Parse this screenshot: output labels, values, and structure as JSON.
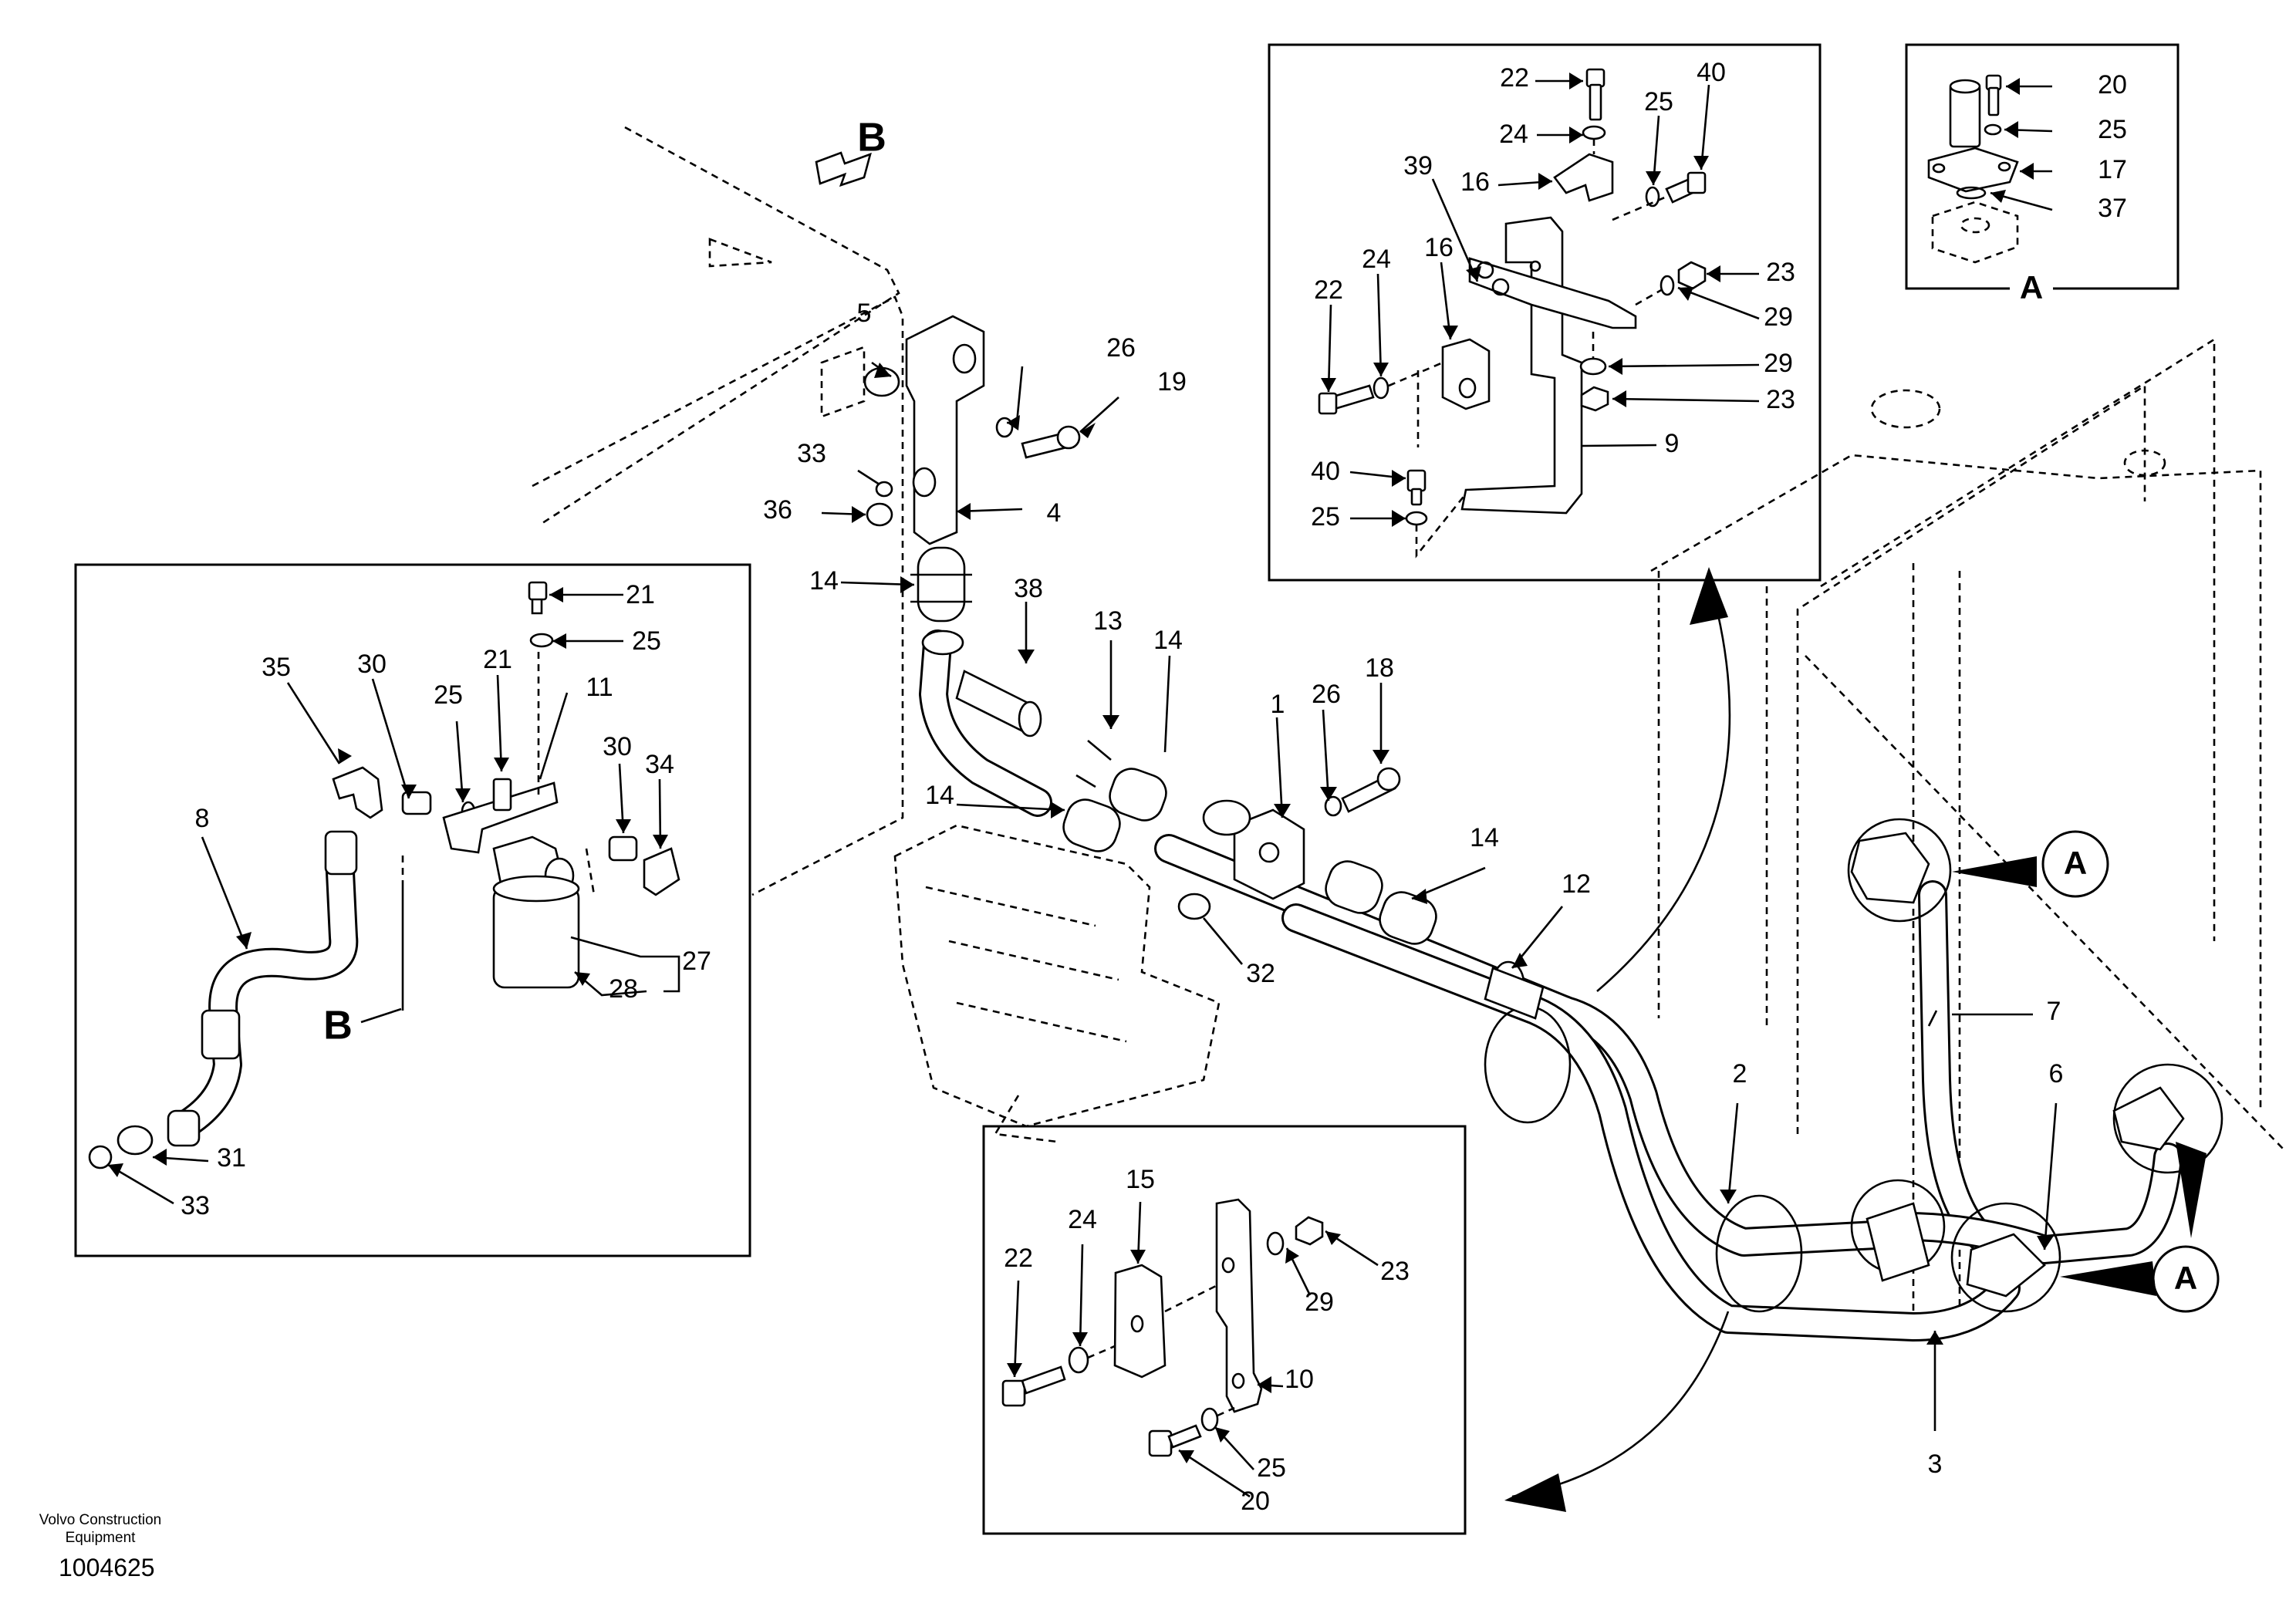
{
  "diagram": {
    "publisher": {
      "line1": "Volvo Construction",
      "line2": "Equipment"
    },
    "figure_code": "1004625",
    "view_letters": {
      "A": "A",
      "B": "B"
    },
    "main_labels": {
      "l1": "1",
      "l2": "2",
      "l3": "3",
      "l4": "4",
      "l5": "5",
      "l6": "6",
      "l7": "7",
      "l12": "12",
      "l13": "13",
      "l14a": "14",
      "l14b": "14",
      "l14c": "14",
      "l14d": "14",
      "l18": "18",
      "l19": "19",
      "l26a": "26",
      "l26b": "26",
      "l32": "32",
      "l33": "33",
      "l36": "36",
      "l38": "38"
    },
    "inset_left_labels": {
      "l8": "8",
      "l11": "11",
      "l21a": "21",
      "l21b": "21",
      "l25a": "25",
      "l25b": "25",
      "l27": "27",
      "l28": "28",
      "l30a": "30",
      "l30b": "30",
      "l31": "31",
      "l33": "33",
      "l34": "34",
      "l35": "35"
    },
    "inset_top_labels": {
      "l9": "9",
      "l16a": "16",
      "l16b": "16",
      "l22a": "22",
      "l22b": "22",
      "l23a": "23",
      "l23b": "23",
      "l24a": "24",
      "l24b": "24",
      "l25a": "25",
      "l25b": "25",
      "l29a": "29",
      "l29b": "29",
      "l39": "39",
      "l40a": "40",
      "l40b": "40"
    },
    "inset_a_labels": {
      "l17": "17",
      "l20": "20",
      "l25": "25",
      "l37": "37"
    },
    "inset_bottom_labels": {
      "l10": "10",
      "l15": "15",
      "l20": "20",
      "l22": "22",
      "l23": "23",
      "l24": "24",
      "l25": "25",
      "l29": "29"
    }
  }
}
